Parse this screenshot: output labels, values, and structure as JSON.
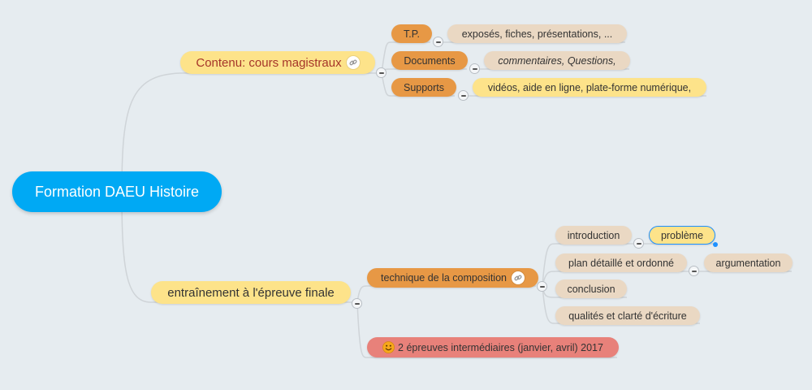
{
  "mindmap": {
    "root": {
      "label": "Formation DAEU Histoire",
      "color": "#00a9f4"
    },
    "branches": [
      {
        "label": "Contenu: cours magistraux",
        "color": "#fde38a",
        "text_color": "#a5352a",
        "has_link_icon": true,
        "children": [
          {
            "label": "T.P.",
            "color": "#e79845",
            "child": {
              "label": "exposés, fiches, présentations, ...",
              "color": "#ead8c3"
            }
          },
          {
            "label": "Documents",
            "color": "#e79845",
            "child": {
              "label": "commentaires, Questions,",
              "color": "#ead8c3",
              "italic": true
            }
          },
          {
            "label": "Supports",
            "color": "#e79845",
            "child": {
              "label": "vidéos, aide en ligne, plate-forme numérique,",
              "color": "#fde38a"
            }
          }
        ]
      },
      {
        "label": "entraînement à l'épreuve finale",
        "color": "#fde38a",
        "children": [
          {
            "label": "technique de la composition",
            "color": "#e79845",
            "has_link_icon": true,
            "children": [
              {
                "label": "introduction",
                "color": "#ead8c3",
                "child": {
                  "label": "problème",
                  "color": "#fde38a",
                  "selected": true
                }
              },
              {
                "label": "plan détaillé et ordonné",
                "color": "#ead8c3",
                "child": {
                  "label": "argumentation",
                  "color": "#ead8c3"
                }
              },
              {
                "label": "conclusion",
                "color": "#ead8c3"
              },
              {
                "label": "qualités et clarté d'écriture",
                "color": "#ead8c3"
              }
            ]
          },
          {
            "label": "2 épreuves intermédiaires (janvier, avril) 2017",
            "color": "#e8817a",
            "icon": "smiley-icon"
          }
        ]
      }
    ],
    "colors": {
      "background": "#e6ecf0",
      "connector": "#cfd4d8",
      "selection": "#1e90ff"
    }
  }
}
